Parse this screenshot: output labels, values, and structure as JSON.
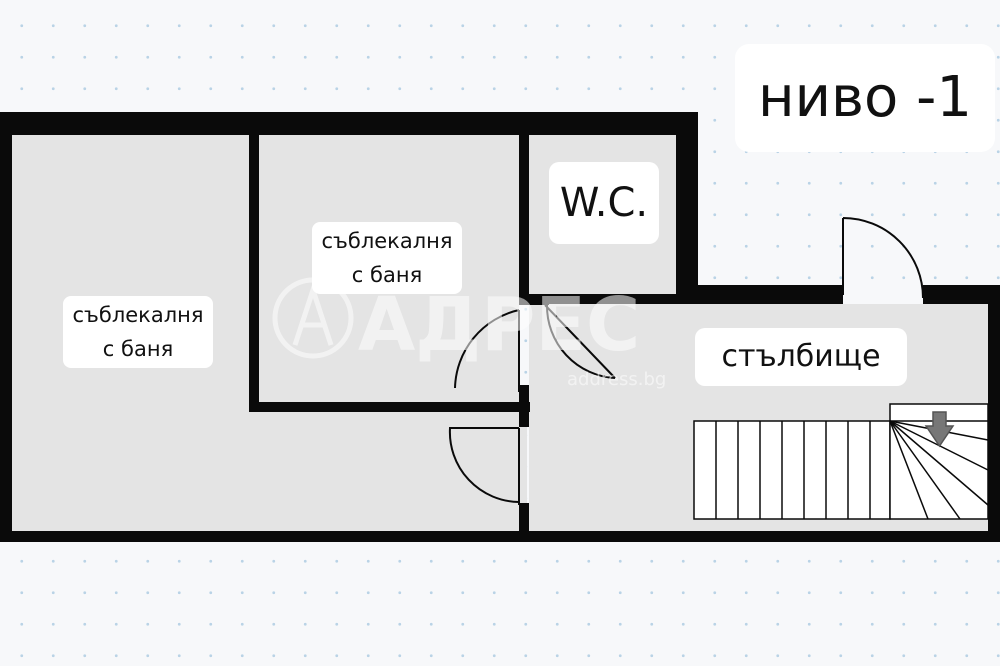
{
  "plan": {
    "level_label": "ниво -1",
    "rooms": {
      "dressing_room_1": {
        "line1": "съблекалня",
        "line2": "с баня"
      },
      "dressing_room_2": {
        "line1": "съблекалня",
        "line2": "с баня"
      },
      "wc": "W.C.",
      "staircase": "стълбище"
    }
  },
  "watermark": {
    "brand": "АДРЕС",
    "site": "address.bg"
  },
  "colors": {
    "wall": "#0a0a0a",
    "floor": "#e4e4e4",
    "background": "#f7f8fa",
    "grid_dots": "#b9d3e6",
    "label_bg": "#ffffff"
  }
}
